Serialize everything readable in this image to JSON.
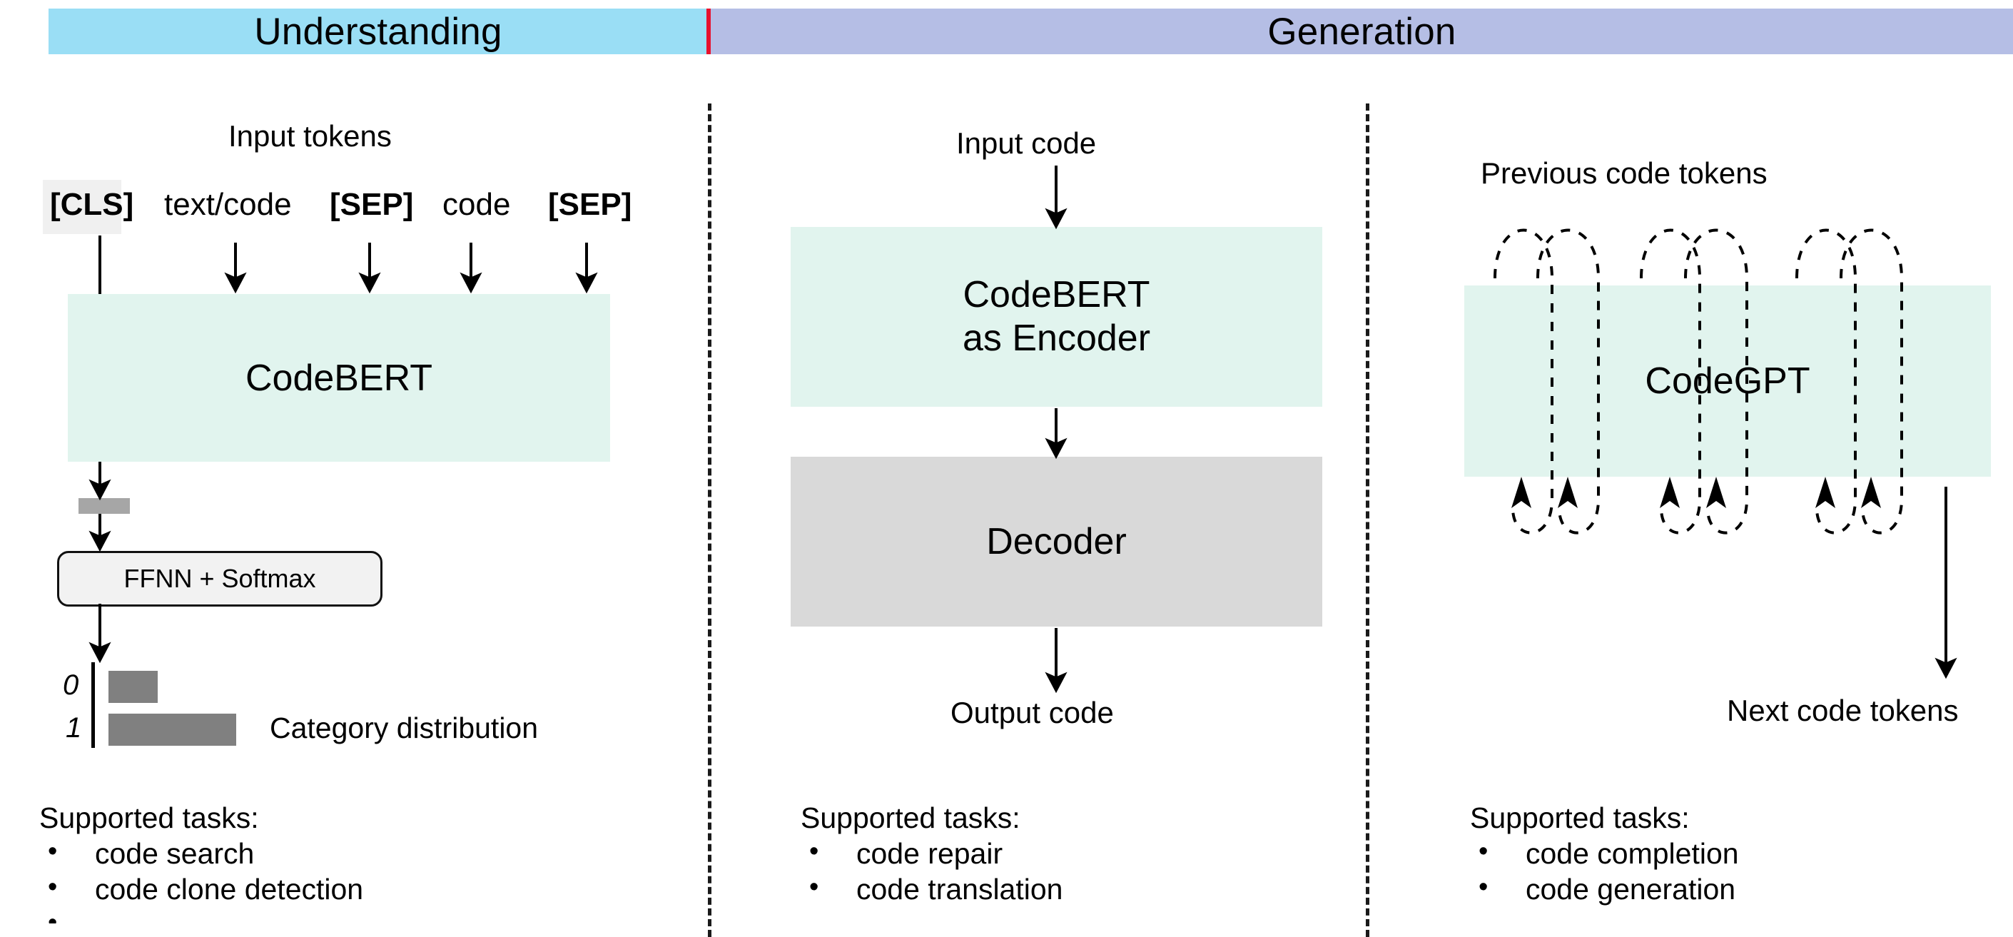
{
  "headers": {
    "understanding": "Understanding",
    "generation": "Generation",
    "accent_red": "#E8112D",
    "understanding_bg": "#9ADEF5",
    "generation_bg": "#B5BEE5"
  },
  "colors": {
    "model_box": "#E1F4EE",
    "decoder_box": "#D9D9D9",
    "bar_gray": "#808080",
    "chip_gray": "#A6A6A6",
    "cls_highlight": "#F0F0F0"
  },
  "panels": {
    "understanding": {
      "input_label": "Input tokens",
      "tokens": [
        {
          "text": "[CLS]",
          "bold": true,
          "highlighted": true
        },
        {
          "text": "text/code",
          "bold": false,
          "highlighted": false
        },
        {
          "text": "[SEP]",
          "bold": true,
          "highlighted": false
        },
        {
          "text": "code",
          "bold": false,
          "highlighted": false
        },
        {
          "text": "[SEP]",
          "bold": true,
          "highlighted": false
        }
      ],
      "model_box": "CodeBERT",
      "head_box": "FFNN + Softmax",
      "distribution_caption": "Category distribution",
      "tasks": {
        "heading": "Supported tasks:",
        "bullet": "•",
        "items": [
          "code search",
          "code clone detection",
          ""
        ]
      }
    },
    "generation_seq2seq": {
      "input_label": "Input code",
      "encoder_box_line1": "CodeBERT",
      "encoder_box_line2": "as Encoder",
      "decoder_box": "Decoder",
      "output_label": "Output code",
      "tasks": {
        "heading": "Supported tasks:",
        "bullet": "•",
        "items": [
          "code repair",
          "code translation"
        ]
      }
    },
    "generation_causal": {
      "input_label": "Previous code tokens",
      "model_box": "CodeGPT",
      "output_label": "Next code tokens",
      "tasks": {
        "heading": "Supported tasks:",
        "bullet": "•",
        "items": [
          "code completion",
          "code generation"
        ]
      }
    }
  },
  "chart_data": {
    "type": "bar",
    "title": "Category distribution",
    "orientation": "horizontal",
    "categories": [
      "0",
      "1"
    ],
    "values": [
      0.28,
      0.72
    ],
    "xlabel": "",
    "ylabel": "",
    "xlim": [
      0,
      1
    ],
    "grid": false,
    "legend": false,
    "bar_color": "#808080"
  }
}
